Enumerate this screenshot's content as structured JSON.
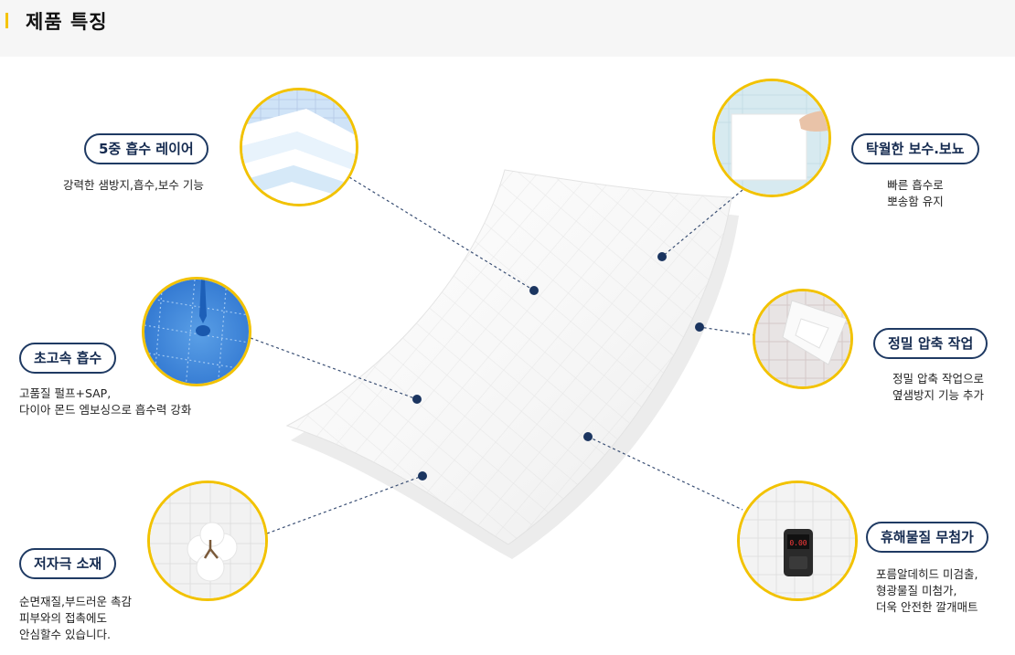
{
  "header": {
    "title": "제품 특징"
  },
  "features": {
    "f1": {
      "label": "5중 흡수 레이어",
      "desc": [
        "강력한 샘방지,흡수,보수 기능"
      ]
    },
    "f2": {
      "label": "초고속 흡수",
      "desc": [
        "고품질 펄프+SAP,",
        "다이아 몬드 엠보싱으로 흡수력 강화"
      ]
    },
    "f3": {
      "label": "저자극 소재",
      "desc": [
        "순면재질,부드러운 촉감",
        "피부와의 접촉에도",
        "안심할수 있습니다."
      ]
    },
    "f4": {
      "label": "탁월한 보수.보뇨",
      "desc": [
        "빠른 흡수로",
        "뽀송함 유지"
      ]
    },
    "f5": {
      "label": "정밀 압축 작업",
      "desc": [
        "정밀 압축 작업으로",
        "옆샘방지 기능 추가"
      ]
    },
    "f6": {
      "label": "휴해물질 무첨가",
      "desc": [
        "포름알데히드 미검출,",
        "형광물질 미첨가,",
        "더욱 안전한 깔개매트"
      ]
    }
  },
  "device_readout": "0.00",
  "colors": {
    "accent": "#f2c200",
    "navy": "#1f3a63",
    "dot": "#1b3560"
  }
}
